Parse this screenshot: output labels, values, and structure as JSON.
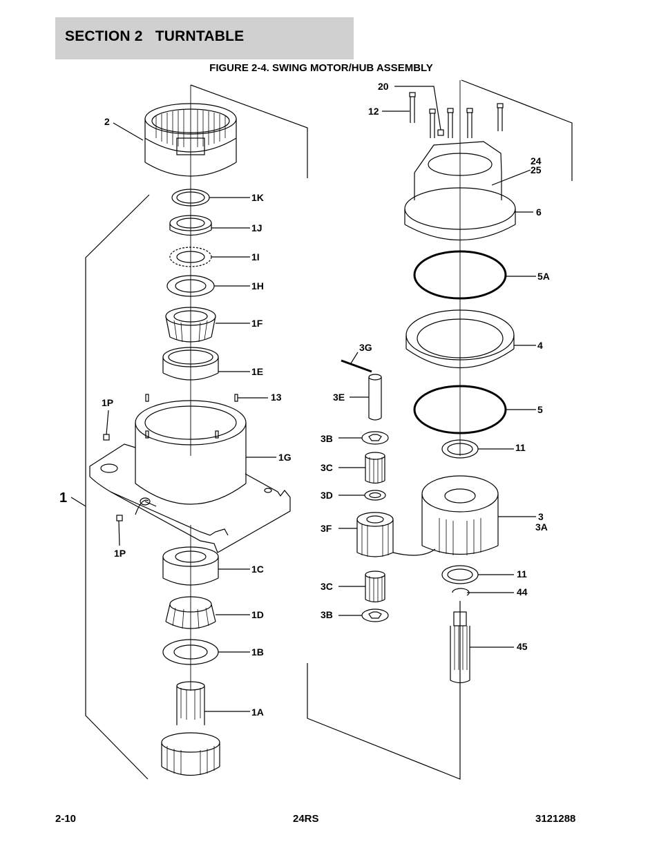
{
  "header": {
    "section_title": "SECTION 2   TURNTABLE"
  },
  "figure": {
    "title": "FIGURE 2-4. SWING MOTOR/HUB ASSEMBLY"
  },
  "callouts": {
    "c1": "1",
    "c2": "2",
    "c1K": "1K",
    "c1J": "1J",
    "c1I": "1I",
    "c1H": "1H",
    "c1F": "1F",
    "c1E": "1E",
    "c13": "13",
    "c1P_top": "1P",
    "c1G": "1G",
    "c1P_bottom": "1P",
    "c1C": "1C",
    "c1D": "1D",
    "c1B": "1B",
    "c1A": "1A",
    "c20": "20",
    "c12": "12",
    "c24": "24",
    "c25": "25",
    "c6": "6",
    "c5A": "5A",
    "c4": "4",
    "c5": "5",
    "c3G": "3G",
    "c3E": "3E",
    "c3B_top": "3B",
    "c11_top": "11",
    "c3C_top": "3C",
    "c3D": "3D",
    "c3": "3",
    "c3A": "3A",
    "c3F": "3F",
    "c11_bottom": "11",
    "c44": "44",
    "c3C_bottom": "3C",
    "c3B_bottom": "3B",
    "c45": "45"
  },
  "footer": {
    "page_number": "2-10",
    "model": "24RS",
    "doc_number": "3121288"
  }
}
